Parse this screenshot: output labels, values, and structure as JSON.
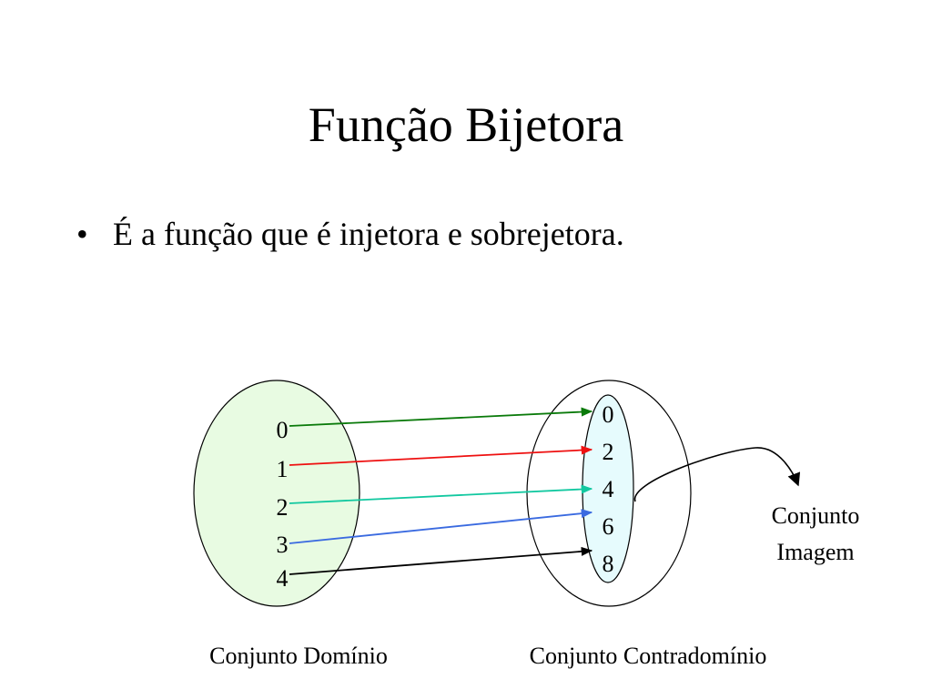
{
  "slide": {
    "title": "Função Bijetora",
    "bullet_symbol": "•",
    "bullet_text": "É a função que é injetora e sobrejetora."
  },
  "diagram": {
    "domain_values": [
      "0",
      "1",
      "2",
      "3",
      "4"
    ],
    "codomain_values": [
      "0",
      "2",
      "4",
      "6",
      "8"
    ],
    "domain_label": "Conjunto Domínio",
    "codomain_label": "Conjunto Contradomínio",
    "image_label_line1": "Conjunto",
    "image_label_line2": "Imagem",
    "domain_fill": "#e8fbe2",
    "image_fill": "#e6fbfd",
    "arrow_colors": [
      "#0a7a0a",
      "#ee1010",
      "#12c8a0",
      "#3a6ae0",
      "#000000"
    ]
  }
}
